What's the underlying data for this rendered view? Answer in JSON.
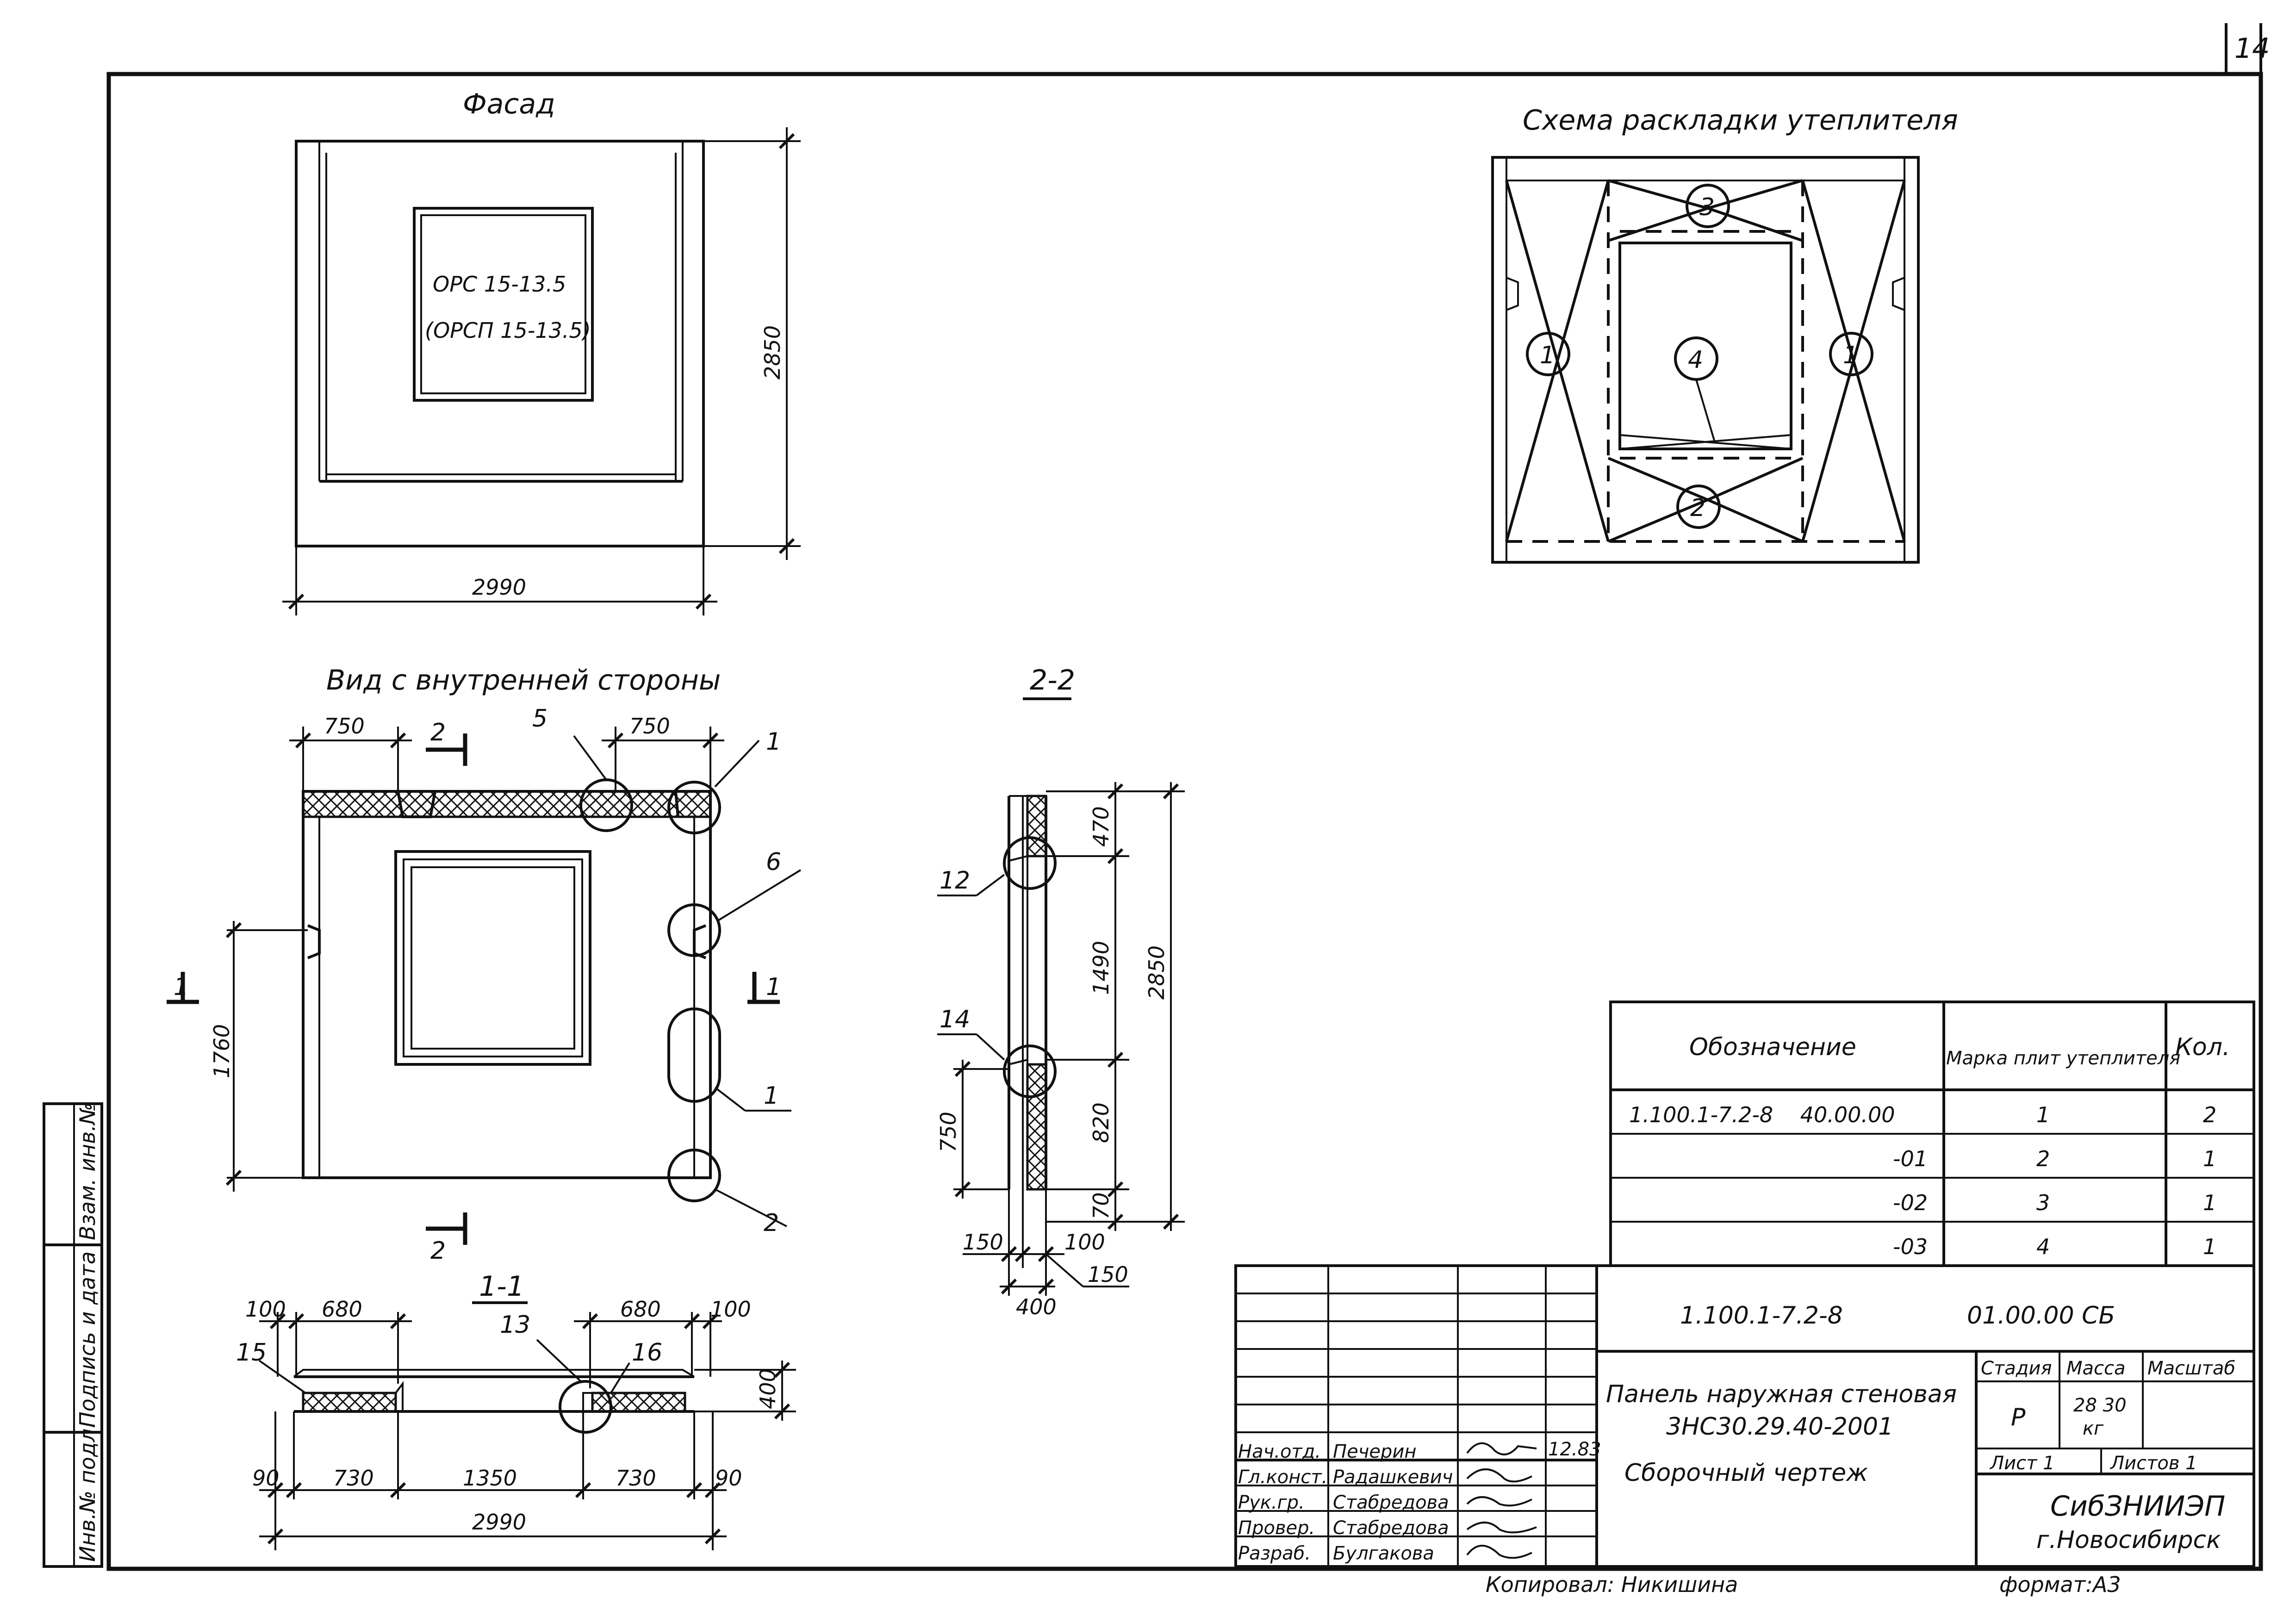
{
  "sheet": {
    "number": "14",
    "format": "формат:А3",
    "copied_by": "Копировал: Никишина"
  },
  "facade": {
    "title": "Фасад",
    "window_label_1": "ОРС 15-13.5",
    "window_label_2": "(ОРСП 15-13.5)",
    "width": "2990",
    "height": "2850"
  },
  "inside_view": {
    "title": "Вид с внутренней стороны",
    "dim_left_top": "750",
    "dim_right_top": "750",
    "dim_left_side": "1760",
    "callouts": [
      "5",
      "1",
      "6",
      "1",
      "2"
    ],
    "section_marks": [
      "2",
      "2",
      "1",
      "1"
    ]
  },
  "section_2_2": {
    "title": "2-2",
    "dims": [
      "470",
      "1490",
      "2850",
      "820",
      "70",
      "750",
      "150",
      "100",
      "400",
      "150"
    ],
    "callouts": [
      "12",
      "14"
    ]
  },
  "section_1_1": {
    "title": "1-1",
    "top_dims": [
      "100",
      "680",
      "680",
      "100"
    ],
    "bottom_dims": [
      "90",
      "730",
      "1350",
      "730",
      "90"
    ],
    "total": "2990",
    "height": "400",
    "callouts": [
      "15",
      "13",
      "16"
    ]
  },
  "insulation": {
    "title": "Схема раскладки утеплителя",
    "numbers": [
      "3",
      "1",
      "4",
      "1",
      "2"
    ]
  },
  "spec_table": {
    "headers": [
      "Обозначение",
      "Марка плит утеплителя",
      "Кол."
    ],
    "rows": [
      {
        "designation": "1.100.1-7.2-8    40.00.00",
        "mark": "1",
        "qty": "2"
      },
      {
        "designation": "-01",
        "mark": "2",
        "qty": "1"
      },
      {
        "designation": "-02",
        "mark": "3",
        "qty": "1"
      },
      {
        "designation": "-03",
        "mark": "4",
        "qty": "1"
      }
    ]
  },
  "title_block": {
    "code": "1.100.1-7.2-8",
    "doc": "01.00.00 СБ",
    "name_1": "Панель наружная стеновая",
    "name_2": "3НС30.29.40-2001",
    "name_3": "Сборочный чертеж",
    "stage_label": "Стадия",
    "mass_label": "Масса",
    "scale_label": "Масштаб",
    "stage": "Р",
    "mass_1": "28 30",
    "mass_2": "кг",
    "sheet_label": "Лист 1",
    "sheets_label": "Листов 1",
    "org_1": "СибЗНИИЭП",
    "org_2": "г.Новосибирск",
    "date": "12.83",
    "roles": [
      {
        "role": "Нач.отд.",
        "name": "Печерин"
      },
      {
        "role": "Гл.конст.",
        "name": "Радашкевич"
      },
      {
        "role": "Рук.гр.",
        "name": "Стабредова"
      },
      {
        "role": "Провер.",
        "name": "Стабредова"
      },
      {
        "role": "Разраб.",
        "name": "Булгакова"
      }
    ]
  },
  "side_stamp": [
    "Инв.№ подл.",
    "Подпись и дата",
    "Взам. инв.№"
  ]
}
